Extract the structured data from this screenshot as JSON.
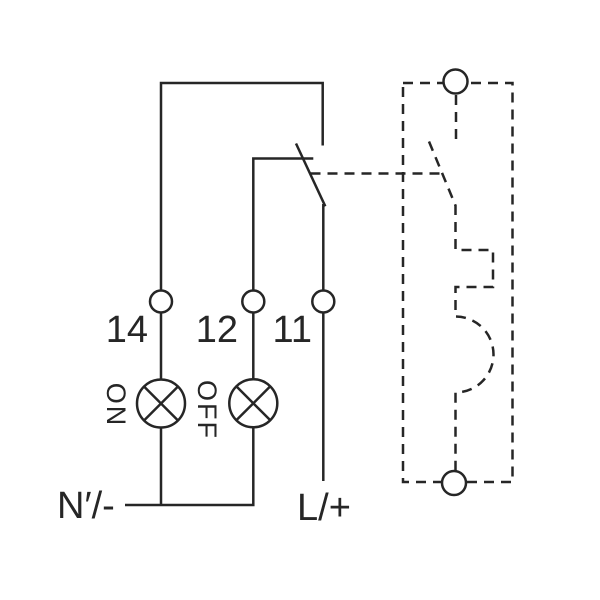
{
  "diagram": {
    "type": "electrical-wiring-schematic",
    "description": "Changeover contact wiring diagram with ON/OFF indicator lamps and dashed device profile outline",
    "terminals": [
      {
        "label": "14"
      },
      {
        "label": "12"
      },
      {
        "label": "11"
      }
    ],
    "lamps": [
      {
        "label": "ON"
      },
      {
        "label": "OFF"
      }
    ],
    "bus": {
      "neutral_label": "N′/-",
      "line_label": "L/+"
    },
    "colors": {
      "stroke": "#262626",
      "background": "#ffffff"
    }
  }
}
